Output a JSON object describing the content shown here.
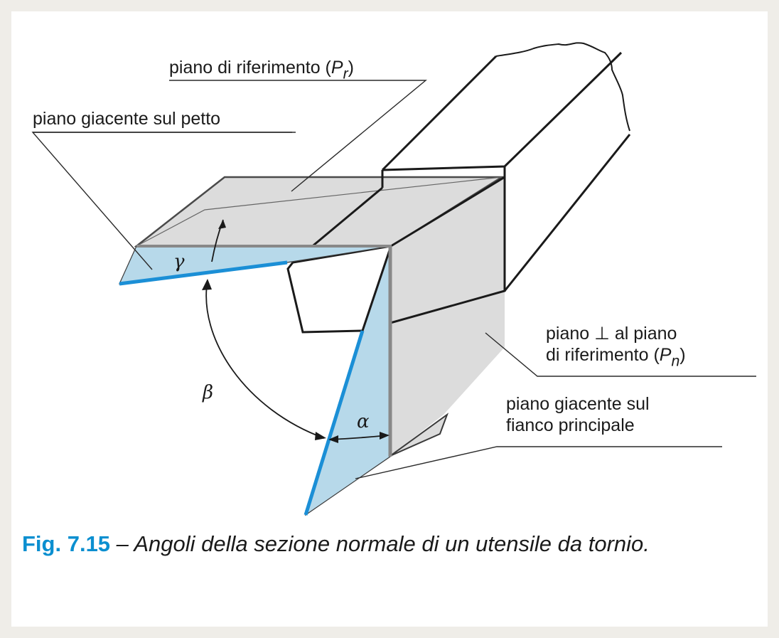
{
  "labels": {
    "ref_plane_text": "piano di riferimento (",
    "ref_plane_symbol": "P",
    "ref_plane_sub": "r",
    "ref_plane_close": ")",
    "rake_plane": "piano giacente sul petto",
    "normal_plane_line1": "piano ⊥ al piano",
    "normal_plane_line2_text": "di riferimento (",
    "normal_plane_symbol": "P",
    "normal_plane_sub": "n",
    "normal_plane_close": ")",
    "flank_plane_line1": "piano giacente sul",
    "flank_plane_line2": "fianco principale"
  },
  "angles": {
    "gamma": "γ",
    "beta": "β",
    "alpha": "α"
  },
  "caption": {
    "number": "Fig. 7.15",
    "text": " – Angoli della sezione normale di un utensile da tornio."
  },
  "colors": {
    "page_background": "#efede8",
    "panel": "#ffffff",
    "grey_plane": "#dcdcdc",
    "blue_plane": "#b7d9ea",
    "blue_edge": "#1b8fd6",
    "grey_edge": "#888888",
    "caption_accent": "#0b8fd0"
  }
}
